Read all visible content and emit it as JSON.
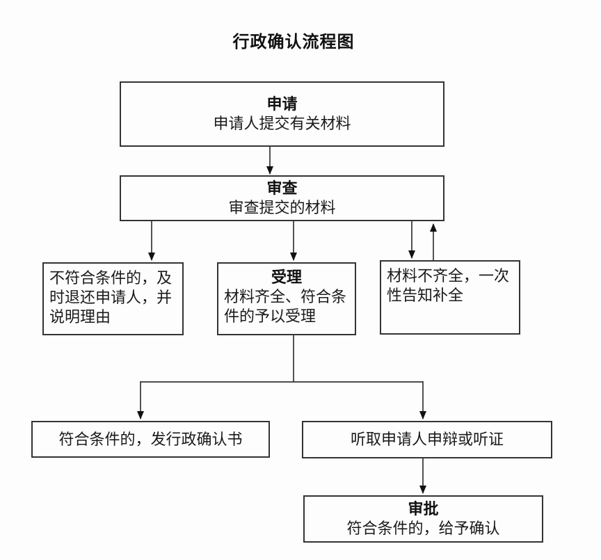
{
  "title": "行政确认流程图",
  "nodes": {
    "apply": {
      "title": "申请",
      "desc": "申请人提交有关材料"
    },
    "review": {
      "title": "审查",
      "desc": "审查提交的材料"
    },
    "reject": {
      "text": "不符合条件的，及时退还申请人，并说明理由"
    },
    "accept": {
      "title": "受理",
      "desc": "材料齐全、符合条件的予以受理"
    },
    "incomplete": {
      "text": "材料不齐全，一次性告知补全"
    },
    "issue": {
      "text": "符合条件的，发行政确认书"
    },
    "hearing": {
      "text": "听取申请人申辩或听证"
    },
    "approve": {
      "title": "审批",
      "desc": "符合条件的，给予确认"
    }
  },
  "colors": {
    "background": "#fdfdfd",
    "border": "#333333",
    "text": "#1a1a1a",
    "arrow": "#111111"
  }
}
